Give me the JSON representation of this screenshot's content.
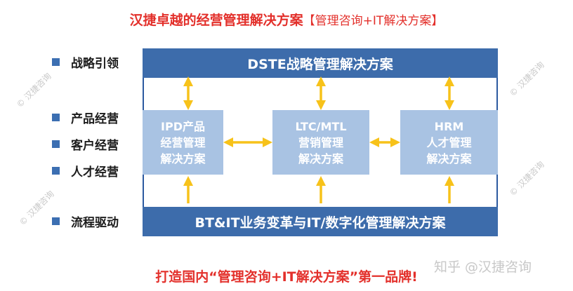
{
  "title": {
    "main": "汉捷卓越的经营管理解决方案",
    "sub": "【管理咨询+IT解决方案】"
  },
  "legend": [
    {
      "label": "战略引领"
    },
    {
      "label": "产品经营"
    },
    {
      "label": "客户经营"
    },
    {
      "label": "人才经营"
    },
    {
      "label": "流程驱动"
    }
  ],
  "diagram": {
    "top_bar": "DSTE战略管理解决方案",
    "boxes": [
      {
        "line1": "IPD产品",
        "line2": "经营管理",
        "line3": "解决方案"
      },
      {
        "line1": "LTC/MTL",
        "line2": "营销管理",
        "line3": "解决方案"
      },
      {
        "line1": "HRM",
        "line2": "人才管理",
        "line3": "解决方案"
      }
    ],
    "bottom_bar": "BT&IT业务变革与IT/数字化管理解决方案"
  },
  "watermark": "© 汉捷咨询",
  "zhihu_watermark": "知乎 @汉捷咨询",
  "slogan": "打造国内“管理咨询+IT解决方案”第一品牌!",
  "colors": {
    "accent_red": "#e3302b",
    "bar_blue": "#3d6cab",
    "box_light_blue": "#a9c3e3",
    "arrow_yellow": "#f7c21a"
  }
}
